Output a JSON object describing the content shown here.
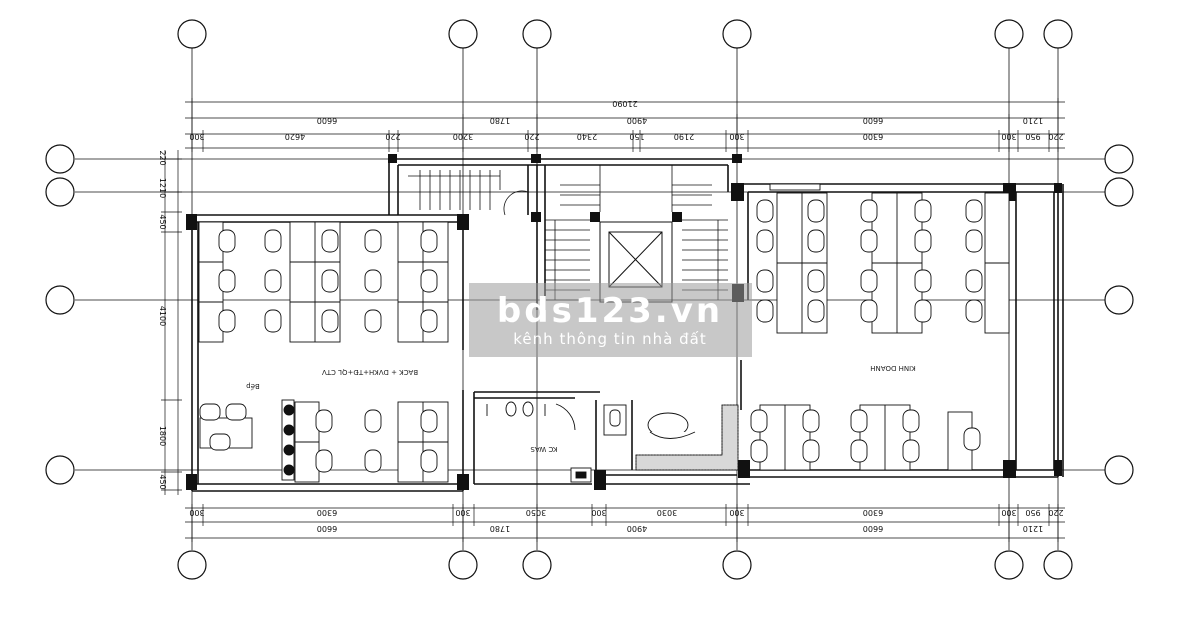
{
  "dimensions": {
    "overall": "21090",
    "top_bays": [
      "6600",
      "1780",
      "4900",
      "6600",
      "1210"
    ],
    "top_details": [
      "300",
      "4620",
      "220",
      "3200",
      "220",
      "2340",
      "150",
      "2190",
      "300",
      "6300",
      "300",
      "950",
      "220"
    ],
    "bottom_bays": [
      "6600",
      "1780",
      "4900",
      "6600",
      "1210"
    ],
    "bottom_details": [
      "300",
      "6300",
      "300",
      "3050",
      "300",
      "3030",
      "300",
      "6300",
      "300",
      "950",
      "220"
    ],
    "left_rows": [
      "220",
      "1210",
      "450",
      "4100",
      "1800",
      "450"
    ]
  },
  "rooms": {
    "west_office": "BACK + DVKH+TĐ+QL CTV",
    "east_office": "KINH DOANH",
    "wc": "KC WAS",
    "small_label": "Bếp"
  },
  "watermark": {
    "brand": "bds123.vn",
    "tagline": "kênh thông tin nhà đất"
  }
}
